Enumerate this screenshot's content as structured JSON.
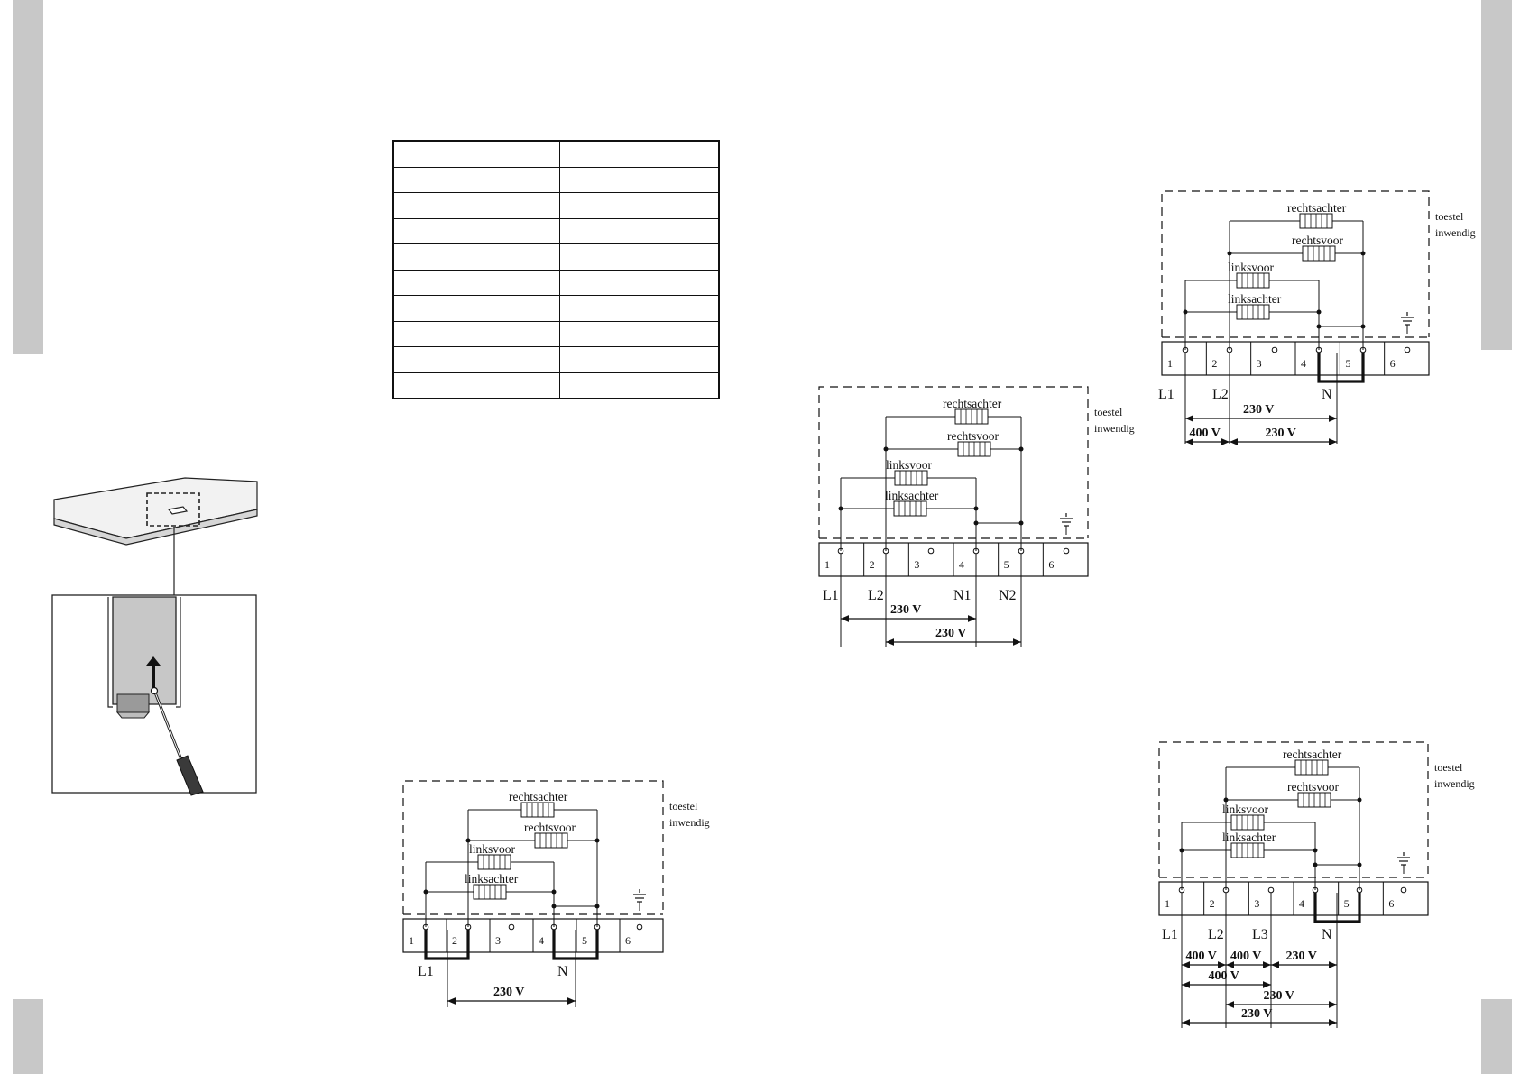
{
  "page": {
    "title": "",
    "side_bar_color": "#c8c8c8"
  },
  "spec_table": {
    "rows": 10,
    "cols": 3,
    "cells_text": []
  },
  "diagram_labels": {
    "internal": "toestel",
    "internal_line2": "inwendig",
    "heaters": [
      "rechtsachter",
      "rechtsvoor",
      "linksvoor",
      "linksachter"
    ],
    "terminals": [
      "1",
      "2",
      "3",
      "4",
      "5",
      "6"
    ]
  },
  "diagrams": [
    {
      "name": "single-phase-1N",
      "lines": [
        "L1",
        "N"
      ],
      "voltages": [
        "230 V"
      ]
    },
    {
      "name": "two-phase-2N",
      "lines": [
        "L1",
        "L2",
        "N1",
        "N2"
      ],
      "voltages": [
        "230 V",
        "230 V"
      ]
    },
    {
      "name": "two-phase-1N",
      "lines": [
        "L1",
        "L2",
        "N"
      ],
      "voltages": [
        "230 V",
        "400 V",
        "230 V"
      ]
    },
    {
      "name": "three-phase-1N",
      "lines": [
        "L1",
        "L2",
        "L3",
        "N"
      ],
      "voltages": [
        "400 V",
        "400 V",
        "230 V",
        "400 V",
        "230 V",
        "230 V"
      ]
    }
  ],
  "icons": [
    "hob-top-view-icon",
    "screwdriver-release-icon",
    "earth-symbol-icon"
  ]
}
